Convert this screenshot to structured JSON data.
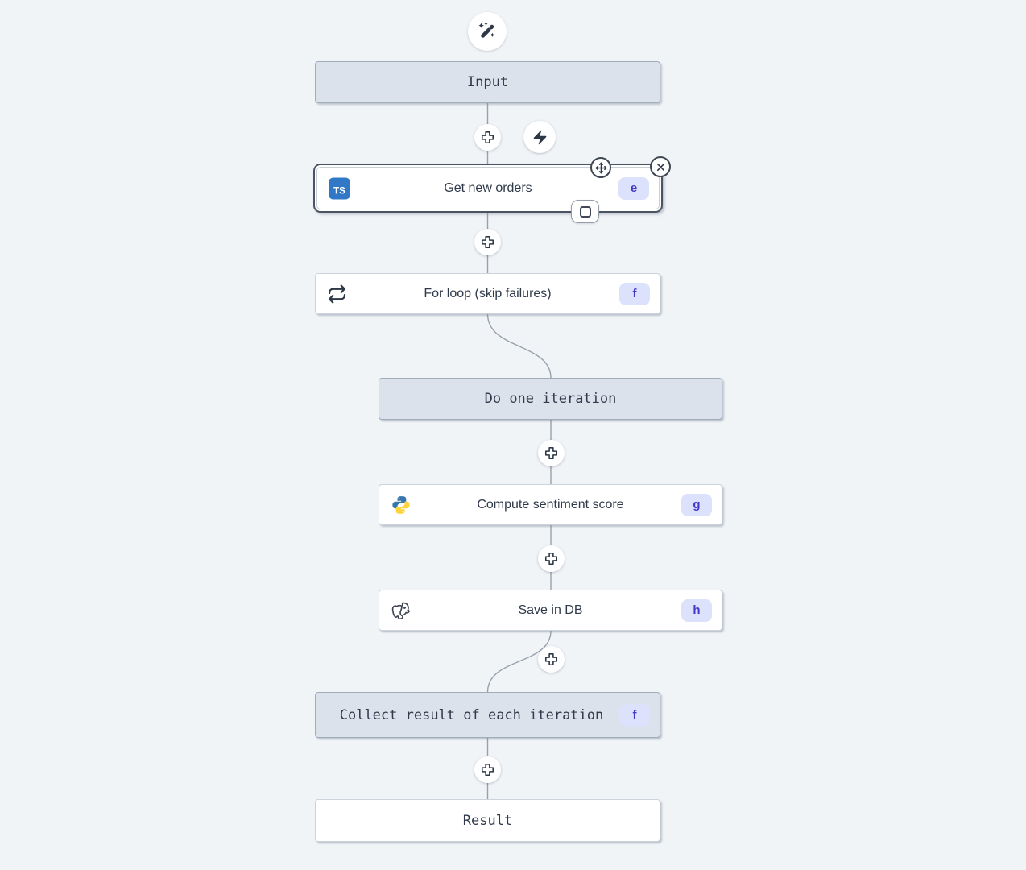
{
  "flow": {
    "steps": {
      "input": {
        "label": "Input"
      },
      "get_new_orders": {
        "label": "Get new orders",
        "id": "e",
        "language": "typescript",
        "language_abbr": "TS",
        "selected": true
      },
      "for_loop": {
        "label": "For loop (skip failures)",
        "id": "f"
      },
      "do_one_iteration": {
        "label": "Do one iteration"
      },
      "compute_sentiment_score": {
        "label": "Compute sentiment score",
        "id": "g",
        "language": "python"
      },
      "save_in_db": {
        "label": "Save in DB",
        "id": "h",
        "language": "postgresql"
      },
      "collect_result": {
        "label": "Collect result of each iteration",
        "id": "f"
      },
      "result": {
        "label": "Result"
      }
    }
  },
  "icons": {
    "top": "wand-sparkles-icon",
    "add_step": "plus-icon",
    "trigger": "zap-icon",
    "for_loop": "repeat-icon",
    "selected_controls": [
      "move-icon",
      "close-icon",
      "square-icon"
    ]
  },
  "colors": {
    "background": "#f1f4f7",
    "edge": "#98a1ac",
    "node_white_bg": "#ffffff",
    "node_tinted_bg": "#dbe2eb",
    "node_border": "#ccd3da",
    "tinted_border": "#a2adba",
    "selected_border": "#4a5462",
    "badge_bg": "#dce1fc",
    "badge_text": "#4238ca",
    "icon_dark": "#2d3846",
    "typescript_blue": "#3178c6",
    "python_blue": "#3776ab",
    "python_yellow": "#ffd43b"
  }
}
